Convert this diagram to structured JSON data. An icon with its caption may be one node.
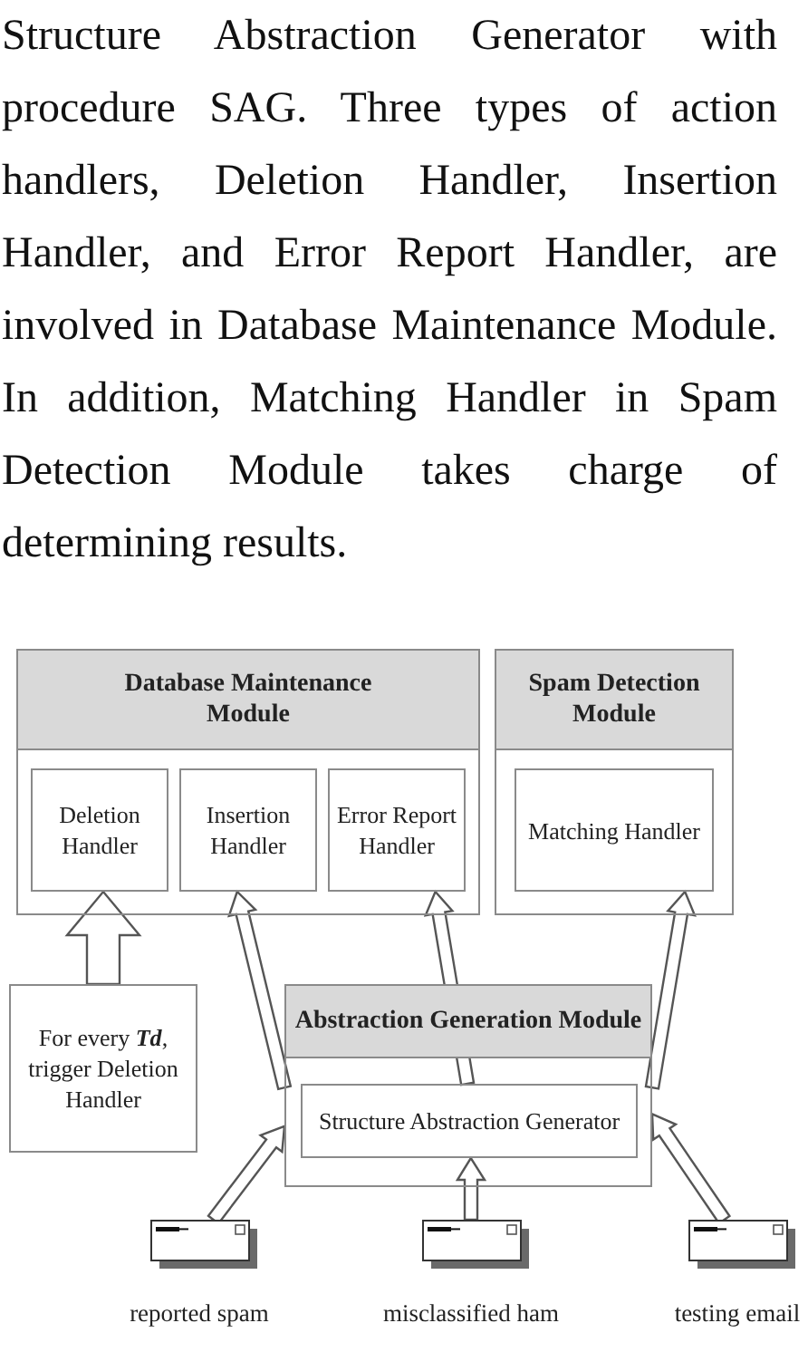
{
  "diagram": {
    "nodes": [
      {
        "text": [
          "Database Maintenance Module"
        ]
      },
      {
        "text": [
          "Deletion Handler"
        ],
        "in": 0
      },
      {
        "text": [
          "Insertion Handler"
        ],
        "in": 0
      },
      {
        "text": [
          "Error Report Handler"
        ],
        "in": 0
      },
      {
        "text": [
          "Spam Detection Module"
        ]
      },
      {
        "text": [
          "Matching Handler"
        ],
        "in": 4
      },
      {
        "text": [
          "For every **Td**, trigger Deletion Handler"
        ]
      },
      {
        "text": [
          "Abstraction Generation Module"
        ]
      },
      {
        "text": [
          "Structure Abstraction Generator"
        ],
        "in": 7
      },
      {
        "text": [],
        "shape": "envelope",
        "beside": [
          "reported spam"
        ]
      },
      {
        "text": [],
        "shape": "envelope",
        "beside": [
          "misclassified ham"
        ]
      },
      {
        "text": [],
        "shape": "envelope",
        "beside": [
          "testing email"
        ]
      }
    ],
    "edges": [
      {
        "from": 6,
        "to": 1,
        "arrow": "to",
        "style": "thick"
      },
      {
        "from": 7,
        "to": 2,
        "arrow": "to"
      },
      {
        "from": 8,
        "to": 3,
        "arrow": "to"
      },
      {
        "from": 7,
        "to": 5,
        "arrow": "to"
      },
      {
        "from": 9,
        "to": 7,
        "arrow": "to"
      },
      {
        "from": 10,
        "to": 8,
        "arrow": "to"
      },
      {
        "from": 11,
        "to": 7,
        "arrow": "to"
      }
    ],
    "labels": [
      "Structure Abstraction Generator with procedure SAG. Three types of action handlers, Deletion Handler, Insertion Handler, and Error Report Handler, are involved in Database Maintenance Module. In addition, Matching Handler in Spam Detection Module takes charge of determining results."
    ]
  }
}
